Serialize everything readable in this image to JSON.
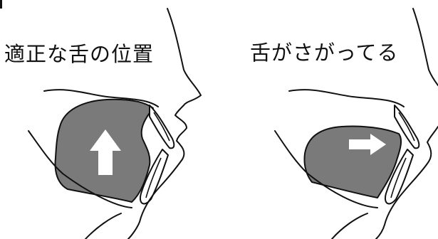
{
  "panels": [
    {
      "title": "適正な舌の位置",
      "arrow_direction": "up"
    },
    {
      "title": "舌がさがってる",
      "arrow_direction": "right"
    }
  ],
  "colors": {
    "tongue": "#7a7a7a",
    "line": "#111111",
    "arrow": "#ffffff",
    "background": "#ffffff"
  }
}
